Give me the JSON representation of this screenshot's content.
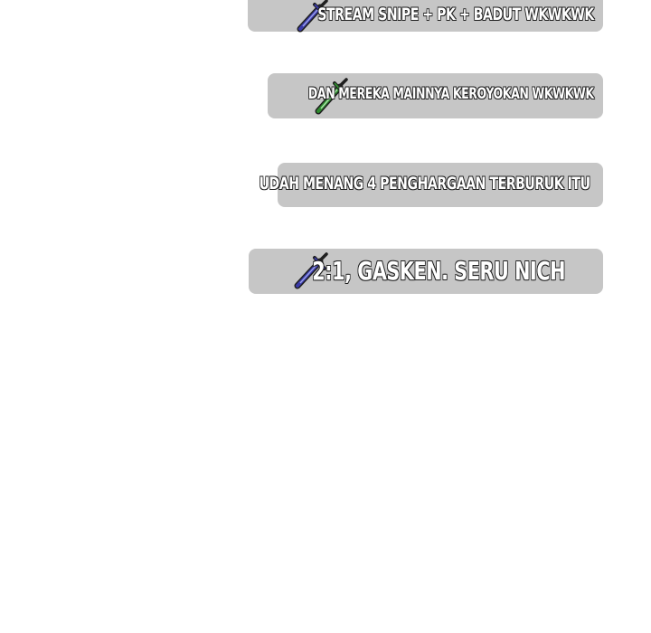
{
  "messages": [
    {
      "text": "STREAM SNIPE + PK + BADUT WKWKWK",
      "icon": "sword-icon",
      "sword_color": "#3a3aa8"
    },
    {
      "text": "DAN MEREKA MAINNYA KEROYOKAN WKWKWK",
      "icon": "sword-icon",
      "sword_color": "#2e8b2e"
    },
    {
      "text": "UDAH MENANG 4 PENGHARGAAN TERBURUK ITU"
    },
    {
      "text": "2:1, GASKEN. SERU NICH",
      "icon": "sword-icon",
      "sword_color": "#3a3aa8"
    }
  ],
  "colors": {
    "bubble": "#c6c6c6",
    "text_fill": "#ffffff",
    "text_outline": "#1e1e1e"
  }
}
